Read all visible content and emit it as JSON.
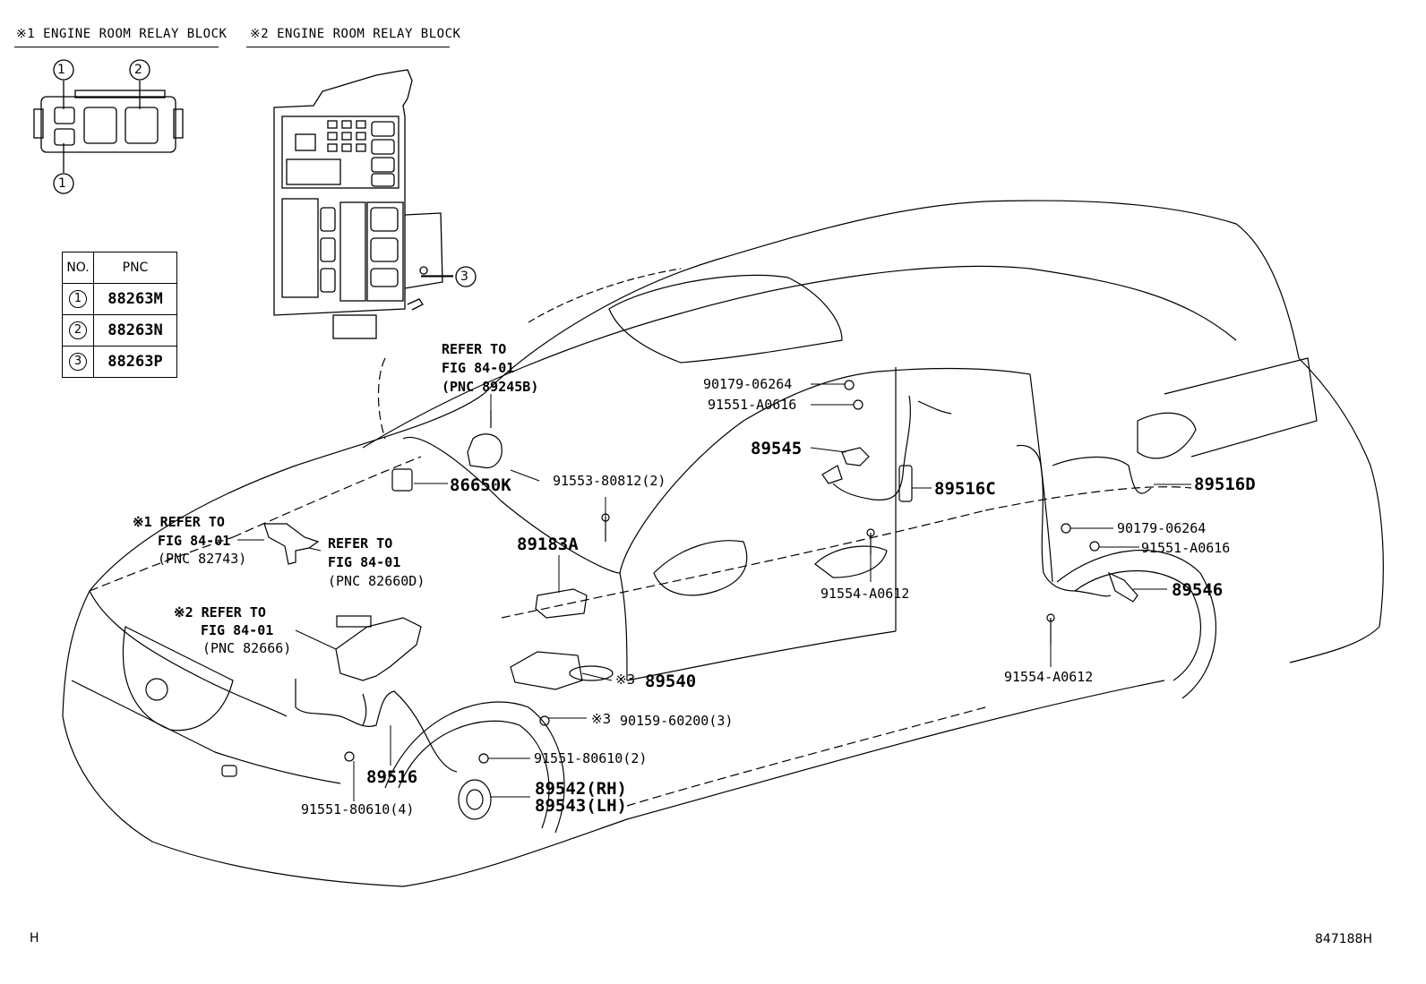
{
  "headers": {
    "relay1": "※1 ENGINE ROOM RELAY BLOCK",
    "relay2": "※2 ENGINE ROOM RELAY BLOCK"
  },
  "callout_numbers": [
    "1",
    "2",
    "1",
    "3"
  ],
  "pnc_table": {
    "col_no": "NO.",
    "col_pnc": "PNC",
    "rows": [
      {
        "no": "1",
        "pnc": "88263M"
      },
      {
        "no": "2",
        "pnc": "88263N"
      },
      {
        "no": "3",
        "pnc": "88263P"
      }
    ]
  },
  "refer_notes": {
    "airbag_sensor": [
      "REFER TO",
      "FIG 84-01",
      "(PNC 89245B)"
    ],
    "relay_block1": [
      "※1 REFER TO",
      "FIG 84-01",
      "(PNC 82743)"
    ],
    "relay_block_82660D": [
      "REFER TO",
      "FIG 84-01",
      "(PNC 82660D)"
    ],
    "relay_block2": [
      "※2 REFER TO",
      "FIG 84-01",
      "(PNC 82666)"
    ]
  },
  "part_labels": {
    "p86650K": "86650K",
    "p91553": "91553-80812(2)",
    "p89183A": "89183A",
    "p90179_upper": "90179-06264",
    "p91551_A0616_upper": "91551-A0616",
    "p89545": "89545",
    "p89516C": "89516C",
    "p91554_upper": "91554-A0612",
    "p89516D": "89516D",
    "p90179_lower": "90179-06264",
    "p91551_A0616_lower": "91551-A0616",
    "p89546": "89546",
    "p91554_lower": "91554-A0612",
    "p89540_mark": "※3",
    "p89540": "89540",
    "p90159_mark": "※3",
    "p90159": "90159-60200(3)",
    "p91551_80610_2": "91551-80610(2)",
    "p89542": "89542(RH)",
    "p89543": "89543(LH)",
    "p89516": "89516",
    "p91551_80610_4": "91551-80610(4)"
  },
  "corner_left": "H",
  "corner_right": "847188H"
}
